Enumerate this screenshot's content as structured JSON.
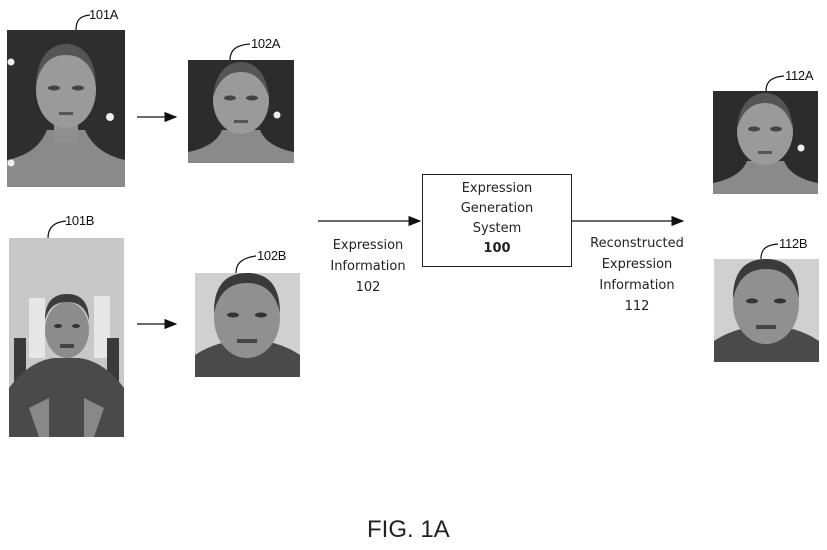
{
  "figure": {
    "caption": "FIG. 1A",
    "inputs": [
      {
        "ref": "101A",
        "description": "input image of female subject, dark background"
      },
      {
        "ref": "101B",
        "description": "input image of male subject, light background"
      }
    ],
    "crops": [
      {
        "ref": "102A",
        "description": "cropped face of female subject"
      },
      {
        "ref": "102B",
        "description": "cropped face of male subject"
      }
    ],
    "outputs": [
      {
        "ref": "112A",
        "description": "reconstructed face of female subject"
      },
      {
        "ref": "112B",
        "description": "reconstructed face of male subject"
      }
    ],
    "input_label": {
      "line1": "Expression",
      "line2": "Information",
      "line3": "102"
    },
    "system_box": {
      "line1": "Expression",
      "line2": "Generation",
      "line3": "System",
      "line4": "100"
    },
    "output_label": {
      "line1": "Reconstructed",
      "line2": "Expression",
      "line3": "Information",
      "line4": "112"
    }
  }
}
